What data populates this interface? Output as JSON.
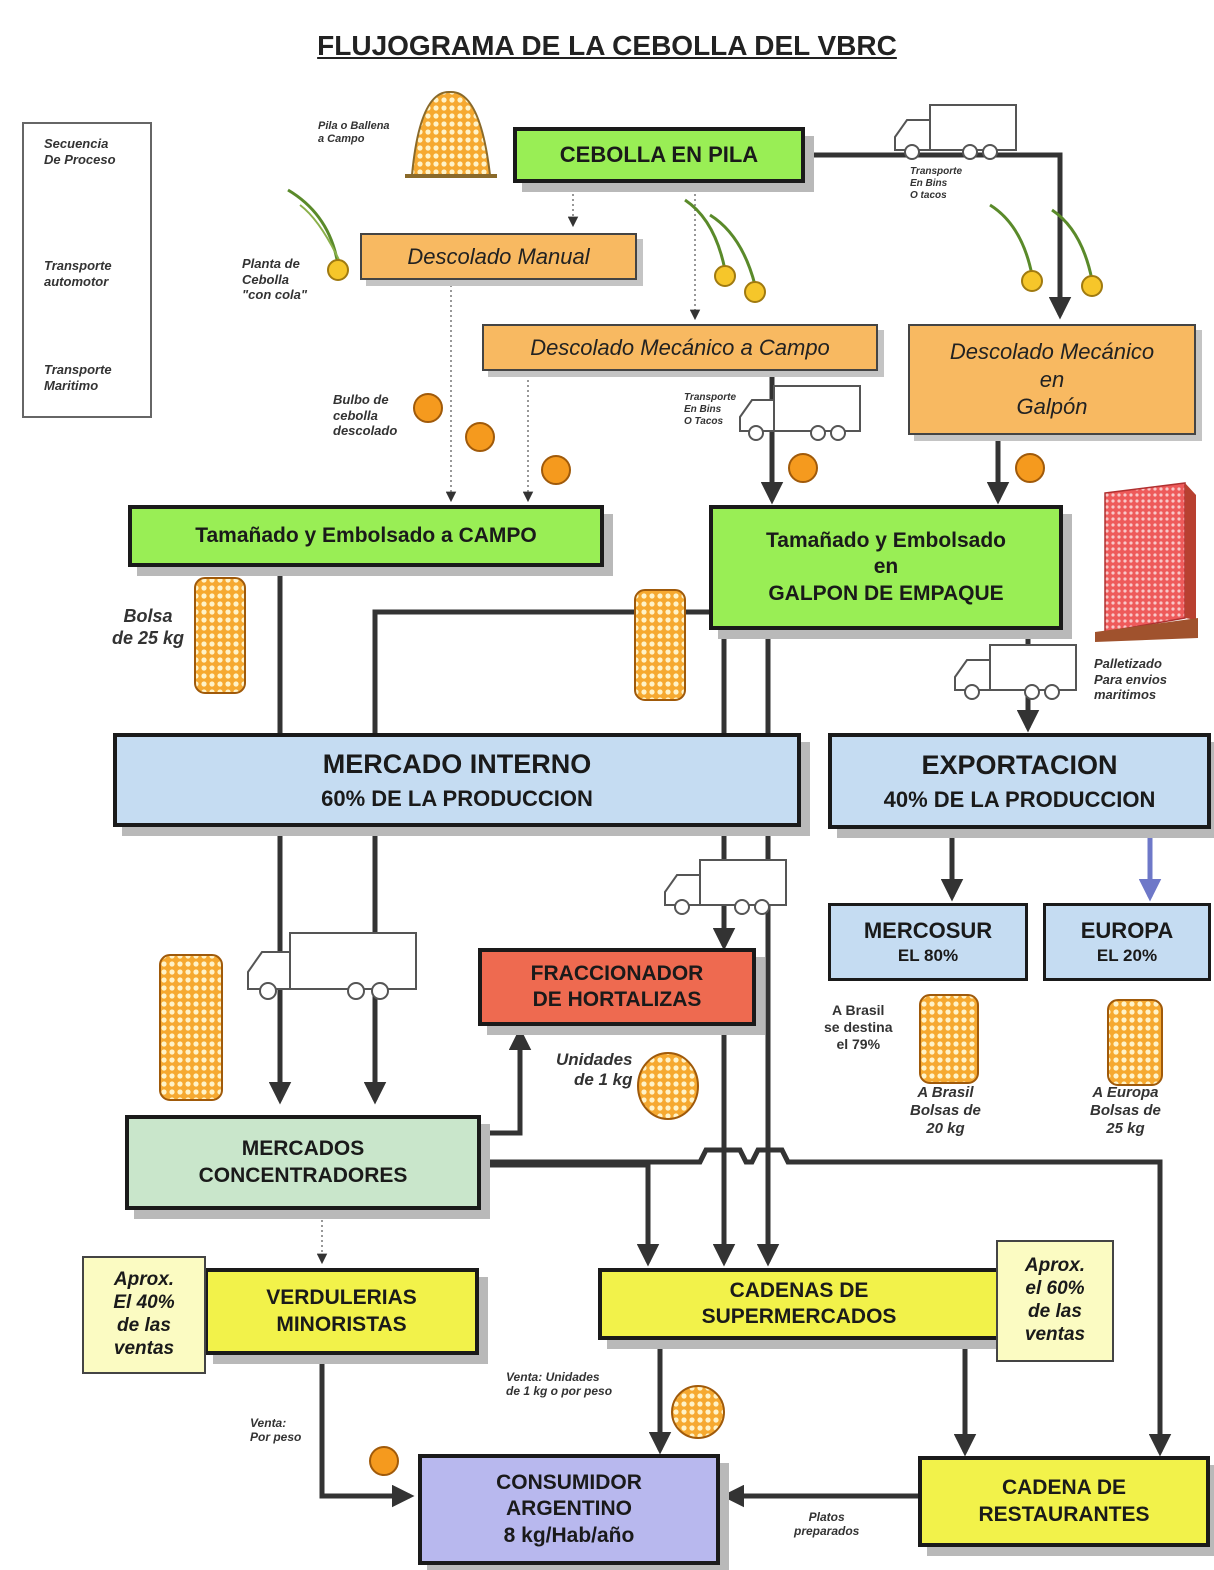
{
  "title": "FLUJOGRAMA DE LA CEBOLLA DEL VBRC",
  "legend": {
    "sequence": "Secuencia\nDe Proceso",
    "road": "Transporte\nautomotor",
    "sea": "Transporte\nMaritimo"
  },
  "nodes": {
    "pila": "CEBOLLA EN PILA",
    "manual": "Descolado Manual",
    "mec_campo": "Descolado Mecánico a Campo",
    "mec_galpon": "Descolado Mecánico\nen\nGalpón",
    "emb_campo": "Tamañado y Embolsado a CAMPO",
    "emb_galpon": "Tamañado y Embolsado\nen\nGALPON DE EMPAQUE",
    "interno_title": "MERCADO INTERNO",
    "interno_sub": "60% DE LA PRODUCCION",
    "export_title": "EXPORTACION",
    "export_sub": "40% DE LA PRODUCCION",
    "mercosur_title": "MERCOSUR",
    "mercosur_sub": "EL 80%",
    "europa_title": "EUROPA",
    "europa_sub": "EL 20%",
    "fraccionador": "FRACCIONADOR\nDE HORTALIZAS",
    "concentradores": "MERCADOS\nCONCENTRADORES",
    "verdulerias": "VERDULERIAS\nMINORISTAS",
    "supermercados": "CADENAS DE\nSUPERMERCADOS",
    "consumidor": "CONSUMIDOR\nARGENTINO\n8 kg/Hab/año",
    "restaurantes": "CADENA DE\nRESTAURANTES"
  },
  "notes": {
    "pila_ballena": "Pila o Ballena\na Campo",
    "transporte_bins": "Transporte\nEn Bins\nO tacos",
    "planta_cola": "Planta de\nCebolla\n\"con cola\"",
    "bulbo": "Bulbo de\ncebolla\ndescolado",
    "transporte_bins2": "Transporte\nEn Bins\nO Tacos",
    "bolsa25": "Bolsa\nde 25 kg",
    "palletizado": "Palletizado\nPara envios\nmaritimos",
    "brasil_destina": "A Brasil\nse destina\nel 79%",
    "brasil_bolsas": "A Brasil\nBolsas de\n20 kg",
    "europa_bolsas": "A Europa\nBolsas de\n25 kg",
    "unidades": "Unidades\nde 1 kg",
    "aprox40": "Aprox.\nEl 40%\nde las\nventas",
    "aprox60": "Aprox.\nel 60%\nde las\nventas",
    "venta_unidades": "Venta: Unidades\nde 1 kg o por peso",
    "venta_peso": "Venta:\nPor peso",
    "platos": "Platos\npreparados"
  },
  "colors": {
    "process_green": "#99ee55",
    "operation_orange": "#f8b961",
    "market_blue": "#c5dcf2",
    "concentrator_green": "#c9e6cb",
    "fractionator_red": "#ee6a50",
    "retail_yellow": "#f2f24a",
    "consumer_purple": "#b8b8ee",
    "maritime_arrow": "#6e78c8"
  },
  "icons": [
    "onion-pile-icon",
    "truck-icon",
    "onion-plant-icon",
    "onion-bulb-icon",
    "sack-icon",
    "pallet-icon"
  ]
}
